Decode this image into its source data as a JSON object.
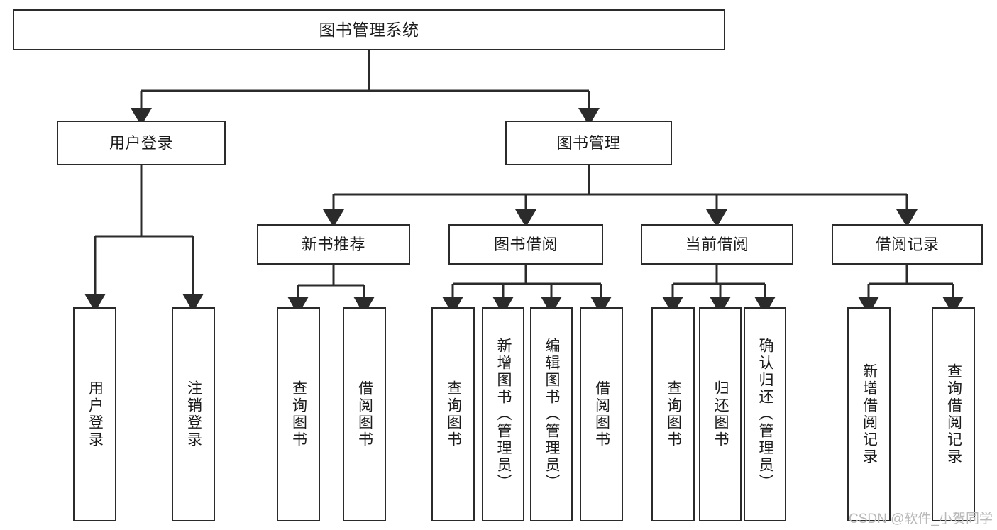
{
  "diagram": {
    "type": "tree-flowchart",
    "title": "图书管理系统",
    "colors": {
      "background": "#ffffff",
      "border": "#2b2b2b",
      "text": "#1b1b1b",
      "connector": "#2b2b2b",
      "watermark": "#b9b9b9"
    },
    "nodes": {
      "root": {
        "label": "图书管理系统",
        "orientation": "horizontal"
      },
      "level1": [
        {
          "id": "user-login",
          "label": "用户登录",
          "orientation": "horizontal"
        },
        {
          "id": "book-management",
          "label": "图书管理",
          "orientation": "horizontal"
        }
      ],
      "level2": [
        {
          "id": "new-book-recommend",
          "label": "新书推荐",
          "orientation": "horizontal"
        },
        {
          "id": "book-borrow",
          "label": "图书借阅",
          "orientation": "horizontal"
        },
        {
          "id": "current-borrow",
          "label": "当前借阅",
          "orientation": "horizontal"
        },
        {
          "id": "borrow-record",
          "label": "借阅记录",
          "orientation": "horizontal"
        }
      ],
      "leaves": {
        "user-login": [
          {
            "id": "leaf-user-login",
            "label": "用户登录",
            "orientation": "vertical"
          },
          {
            "id": "leaf-logout",
            "label": "注销登录",
            "orientation": "vertical"
          }
        ],
        "new-book-recommend": [
          {
            "id": "leaf-query-book-1",
            "label": "查询图书",
            "orientation": "vertical"
          },
          {
            "id": "leaf-borrow-book-1",
            "label": "借阅图书",
            "orientation": "vertical"
          }
        ],
        "book-borrow": [
          {
            "id": "leaf-query-book-2",
            "label": "查询图书",
            "orientation": "vertical"
          },
          {
            "id": "leaf-add-book",
            "label": "新增图书（管理员）",
            "orientation": "vertical"
          },
          {
            "id": "leaf-edit-book",
            "label": "编辑图书（管理员）",
            "orientation": "vertical"
          },
          {
            "id": "leaf-borrow-book-2",
            "label": "借阅图书",
            "orientation": "vertical"
          }
        ],
        "current-borrow": [
          {
            "id": "leaf-query-book-3",
            "label": "查询图书",
            "orientation": "vertical"
          },
          {
            "id": "leaf-return-book",
            "label": "归还图书",
            "orientation": "vertical"
          },
          {
            "id": "leaf-confirm-return",
            "label": "确认归还（管理员）",
            "orientation": "vertical"
          }
        ],
        "borrow-record": [
          {
            "id": "leaf-add-record",
            "label": "新增借阅记录",
            "orientation": "vertical"
          },
          {
            "id": "leaf-query-record",
            "label": "查询借阅记录",
            "orientation": "vertical"
          }
        ]
      }
    },
    "watermark": "CSDN @软件_小贺同学"
  }
}
